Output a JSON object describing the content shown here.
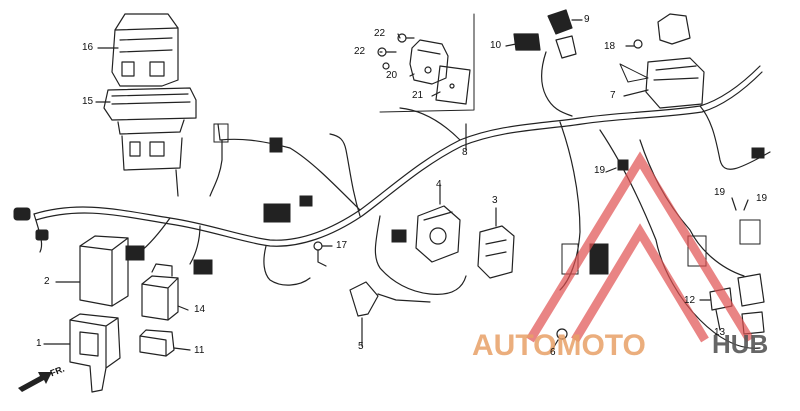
{
  "diagram": {
    "direction_label": "FR.",
    "watermark": {
      "word_main": "AUTOMOTO",
      "word_tail": "HUB",
      "color_main": "#e8a066",
      "color_tail": "#555555",
      "mark_color": "#e05050"
    },
    "part_labels": [
      {
        "id": "p16",
        "text": "16"
      },
      {
        "id": "p15",
        "text": "15"
      },
      {
        "id": "p2",
        "text": "2"
      },
      {
        "id": "p1",
        "text": "1"
      },
      {
        "id": "p14",
        "text": "14"
      },
      {
        "id": "p11",
        "text": "11"
      },
      {
        "id": "p22a",
        "text": "22"
      },
      {
        "id": "p22b",
        "text": "22"
      },
      {
        "id": "p20",
        "text": "20"
      },
      {
        "id": "p21",
        "text": "21"
      },
      {
        "id": "p8",
        "text": "8"
      },
      {
        "id": "p10",
        "text": "10"
      },
      {
        "id": "p9",
        "text": "9"
      },
      {
        "id": "p18",
        "text": "18"
      },
      {
        "id": "p7",
        "text": "7"
      },
      {
        "id": "p4",
        "text": "4"
      },
      {
        "id": "p3",
        "text": "3"
      },
      {
        "id": "p17",
        "text": "17"
      },
      {
        "id": "p5",
        "text": "5"
      },
      {
        "id": "p19a",
        "text": "19"
      },
      {
        "id": "p19b",
        "text": "19"
      },
      {
        "id": "p19c",
        "text": "19"
      },
      {
        "id": "p12",
        "text": "12"
      },
      {
        "id": "p13",
        "text": "13"
      },
      {
        "id": "p6",
        "text": "6"
      }
    ]
  }
}
